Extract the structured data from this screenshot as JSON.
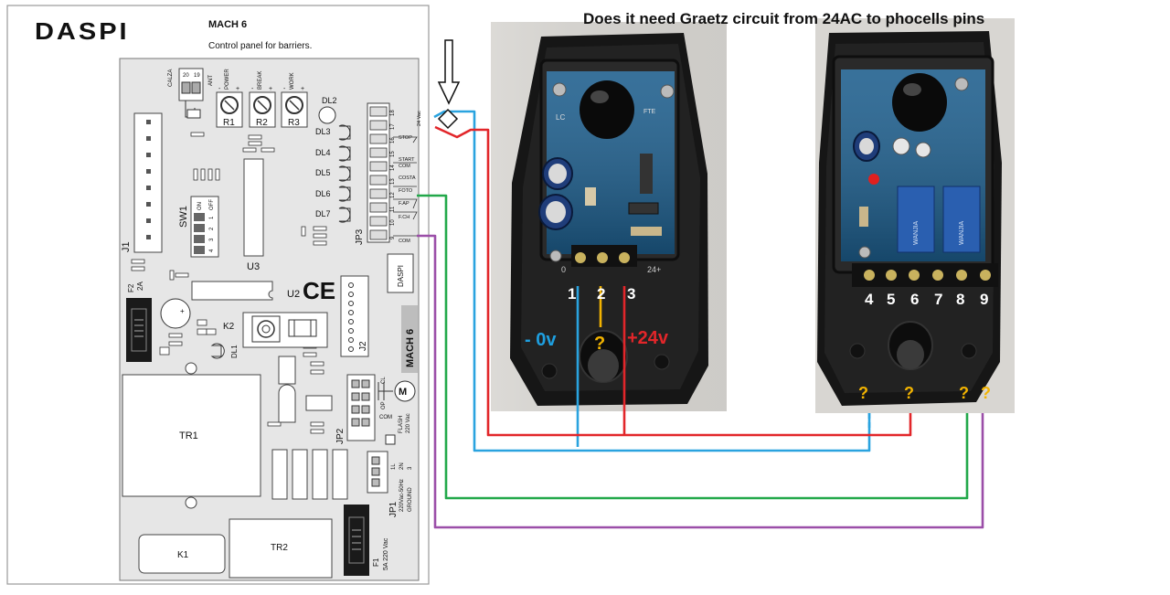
{
  "heading": "Does it need Graetz circuit from 24AC to phocells pins",
  "schematic": {
    "brand": "DASPI",
    "model": "MACH 6",
    "subtitle": "Control panel for barriers.",
    "side_label": "MACH 6",
    "ce_mark": "CE",
    "trimmers": [
      {
        "label": "R1",
        "function": "POWER",
        "minus": "-",
        "plus": "+"
      },
      {
        "label": "R2",
        "function": "BREAK",
        "minus": "-",
        "plus": "+"
      },
      {
        "label": "R3",
        "function": "WORK",
        "minus": "-",
        "plus": "+"
      }
    ],
    "leds": [
      "DL2",
      "DL3",
      "DL4",
      "DL5",
      "DL6",
      "DL7"
    ],
    "components": {
      "j1": "J1",
      "sw1": "SW1",
      "sw1_on": "ON",
      "sw1_off": "OFF",
      "sw1_positions": [
        "1",
        "2",
        "3",
        "4"
      ],
      "u3": "U3",
      "u2": "U2",
      "jp3": "JP3",
      "k2": "K2",
      "dl1": "DL1",
      "f2": "F2",
      "f2_rating": "2A",
      "j2": "J2",
      "tr1": "TR1",
      "tr2": "TR2",
      "k1": "K1",
      "jp2": "JP2",
      "jp1": "JP1",
      "f1": "F1",
      "f1_rating": "5A 220 Vac",
      "daspi_badge": "DASPI",
      "calza": "CALZA",
      "ant": "ANT",
      "calza_pins": [
        "20",
        "19"
      ]
    },
    "terminal_numbers": [
      "18",
      "17",
      "16",
      "15",
      "14",
      "13",
      "12",
      "11",
      "10",
      "9"
    ],
    "terminal_labels": [
      "24 Vac",
      "STOP",
      "START",
      "COM",
      "COSTA",
      "FOTO",
      "F.AP",
      "F.CH",
      "COM"
    ],
    "jp2_labels": [
      "CL",
      "OP",
      "COM",
      "FLASH",
      "220 Vac"
    ],
    "jp1_labels": [
      "1L",
      "2N",
      "3",
      "220Vac-50Hz",
      "GROUND"
    ]
  },
  "photocell_left": {
    "terminals": [
      "1",
      "2",
      "3"
    ],
    "labels": [
      {
        "text": "- 0v",
        "color": "#1e9fe0"
      },
      {
        "text": "?",
        "color": "#f2b300"
      },
      {
        "text": "+24v",
        "color": "#e2262a"
      }
    ],
    "board_marks": [
      "LC",
      "FTE",
      "0",
      "24+"
    ]
  },
  "photocell_right": {
    "terminals": [
      "4",
      "5",
      "6",
      "7",
      "8",
      "9"
    ],
    "question_marks": [
      "?",
      "?",
      "?",
      "?"
    ],
    "relay_brand": "WANJIA"
  },
  "wire_colors": {
    "blue": "#2aa3df",
    "red": "#e2262a",
    "green": "#22a84a",
    "purple": "#9b4ea8",
    "question": "#f2b300"
  },
  "arrow_icon": "down-arrow-icon"
}
